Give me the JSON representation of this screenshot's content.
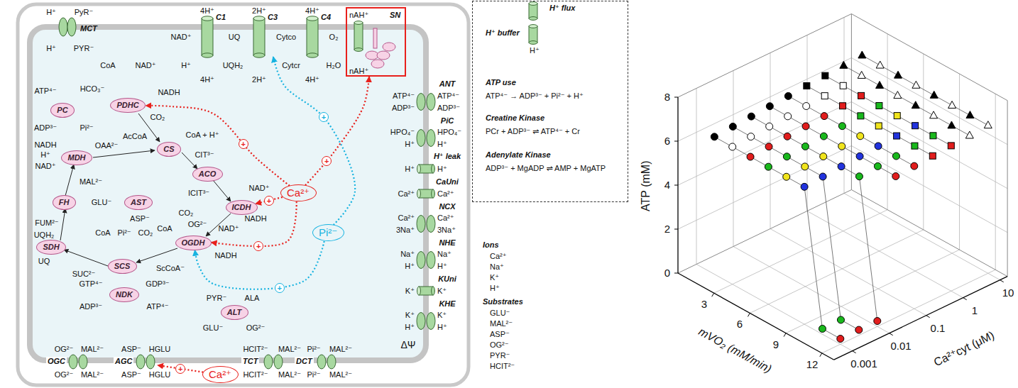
{
  "diagram": {
    "nodes": [
      {
        "text": [
          "MCT"
        ]
      },
      {
        "text": [
          "PDHC"
        ]
      },
      {
        "text": [
          "PC"
        ]
      },
      {
        "text": [
          "C1"
        ]
      },
      {
        "text": [
          "C3"
        ]
      },
      {
        "text": [
          "C4"
        ]
      },
      {
        "text": [
          "SN",
          "nAH⁺",
          "nAH⁺"
        ]
      },
      {
        "text": [
          "CS"
        ]
      },
      {
        "text": [
          "ACO"
        ]
      },
      {
        "text": [
          "MDH"
        ]
      },
      {
        "text": [
          "ICDH"
        ]
      },
      {
        "text": [
          "FH"
        ]
      },
      {
        "text": [
          "AST"
        ]
      },
      {
        "text": [
          "OGDH"
        ]
      },
      {
        "text": [
          "SDH"
        ]
      },
      {
        "text": [
          "SCS"
        ]
      },
      {
        "text": [
          "NDK"
        ]
      },
      {
        "text": [
          "ALT"
        ]
      },
      {
        "text": [
          "Ca²⁺"
        ]
      },
      {
        "text": [
          "Pi²⁻"
        ]
      },
      {
        "text": [
          "ANT"
        ]
      },
      {
        "text": [
          "PiC"
        ]
      },
      {
        "text": [
          "H⁺ leak"
        ]
      },
      {
        "text": [
          "CaUni"
        ]
      },
      {
        "text": [
          "NCX"
        ]
      },
      {
        "text": [
          "NHE"
        ]
      },
      {
        "text": [
          "KUni"
        ]
      },
      {
        "text": [
          "KHE"
        ]
      },
      {
        "text": [
          "OGC"
        ]
      },
      {
        "text": [
          "AGC"
        ]
      },
      {
        "text": [
          "TCT"
        ]
      },
      {
        "text": [
          "DCT"
        ]
      },
      {
        "text": [
          "Ca²⁺"
        ]
      },
      {
        "text": [
          "H⁺ flux",
          "H⁺ buffer",
          "H⁺",
          "ATP use",
          "ATP⁴⁻ → ADP³⁻ + Pi²⁻ + H⁺",
          "Creatine Kinase",
          "PCr + ADP³⁻ ⇌ ATP⁴⁻ + Cr",
          "Adenylate Kinase",
          "ADP³⁻ + MgADP ⇌ AMP + MgATP"
        ]
      }
    ],
    "edges": [
      {
        "from": 18,
        "to": 1,
        "arrow": "to",
        "label": "+"
      },
      {
        "from": 18,
        "to": 10,
        "arrow": "to",
        "label": "+"
      },
      {
        "from": 18,
        "to": 13,
        "arrow": "to",
        "label": "+"
      },
      {
        "from": 18,
        "to": 6,
        "arrow": "to",
        "label": "+"
      },
      {
        "from": 19,
        "to": 4,
        "arrow": "to",
        "label": "+"
      },
      {
        "from": 19,
        "to": 13,
        "arrow": "to",
        "label": "+"
      },
      {
        "from": 32,
        "to": 29,
        "arrow": "to",
        "label": "+"
      }
    ],
    "labels": [
      "H⁺",
      "PyR⁻",
      "H⁺",
      "PYR⁻",
      "CoA",
      "NAD⁺",
      "4H⁺",
      "2H⁺",
      "4H⁺",
      "NAD⁺",
      "UQ",
      "Cytco",
      "O₂",
      "H⁺",
      "UQH₂",
      "Cytcr",
      "H₂O",
      "4H⁺",
      "2H⁺",
      "4H⁺",
      "NADH",
      "ATP⁴⁻",
      "HCO₃⁻",
      "CO₂",
      "ADP³⁻",
      "Pi²⁻",
      "AcCoA",
      "CoA + H⁺",
      "OAA²⁻",
      "NADH",
      "H⁺",
      "NAD⁺",
      "CIT³⁻",
      "ICIT³⁻",
      "NAD⁺",
      "MAL²⁻",
      "GLU⁻",
      "ASP⁻",
      "CO₂",
      "NADH",
      "OG²⁻",
      "CoA",
      "NAD⁺",
      "FUM²⁻",
      "UQH₂",
      "UQ",
      "CoA",
      "Pi²⁻",
      "CO₂",
      "SUC²⁻",
      "ScCoA⁻",
      "NADH",
      "GTP⁴⁻",
      "GDP³⁻",
      "ADP³⁻",
      "ATP⁴⁻",
      "PYR⁻",
      "ALA",
      "GLU⁻",
      "OG²⁻",
      "OG²⁻",
      "MAL²⁻",
      "ASP⁻",
      "HGLU",
      "HCIT²⁻",
      "MAL²⁻",
      "Pi²⁻",
      "MAL²⁻",
      "OG²⁻",
      "MAL²⁻",
      "ASP⁻",
      "HGLU",
      "HCIT²⁻",
      "MAL²⁻",
      "Pi²⁻",
      "MAL²⁻",
      "ΔΨ",
      "ATP⁴⁻",
      "ATP⁴⁻",
      "ADP³⁻",
      "ADP³⁻",
      "HPO₄⁻",
      "HPO₄⁻",
      "H⁺",
      "H⁺",
      "H⁺",
      "H⁺",
      "Ca²⁺",
      "Ca²⁺",
      "Ca²⁺",
      "Ca²⁺",
      "3Na⁺",
      "3Na⁺",
      "Na⁺",
      "Na⁺",
      "H⁺",
      "H⁺",
      "K⁺",
      "K⁺",
      "K⁺",
      "K⁺",
      "H⁺",
      "H⁺",
      "Ions",
      "Ca²⁺",
      "Na⁺",
      "K⁺",
      "H⁺",
      "Substrates",
      "GLU⁻",
      "MAL²⁻",
      "ASP⁻",
      "OG²⁻",
      "PYR⁻",
      "HCIT²⁻",
      "ATP (mM)",
      "8",
      "6",
      "4",
      "2",
      "0",
      "3",
      "6",
      "9",
      "12",
      "mVO₂ (mM/min)",
      "0.001",
      "0.01",
      "0.1",
      "1",
      "10",
      "Ca²⁺cyt (μM)"
    ]
  }
}
